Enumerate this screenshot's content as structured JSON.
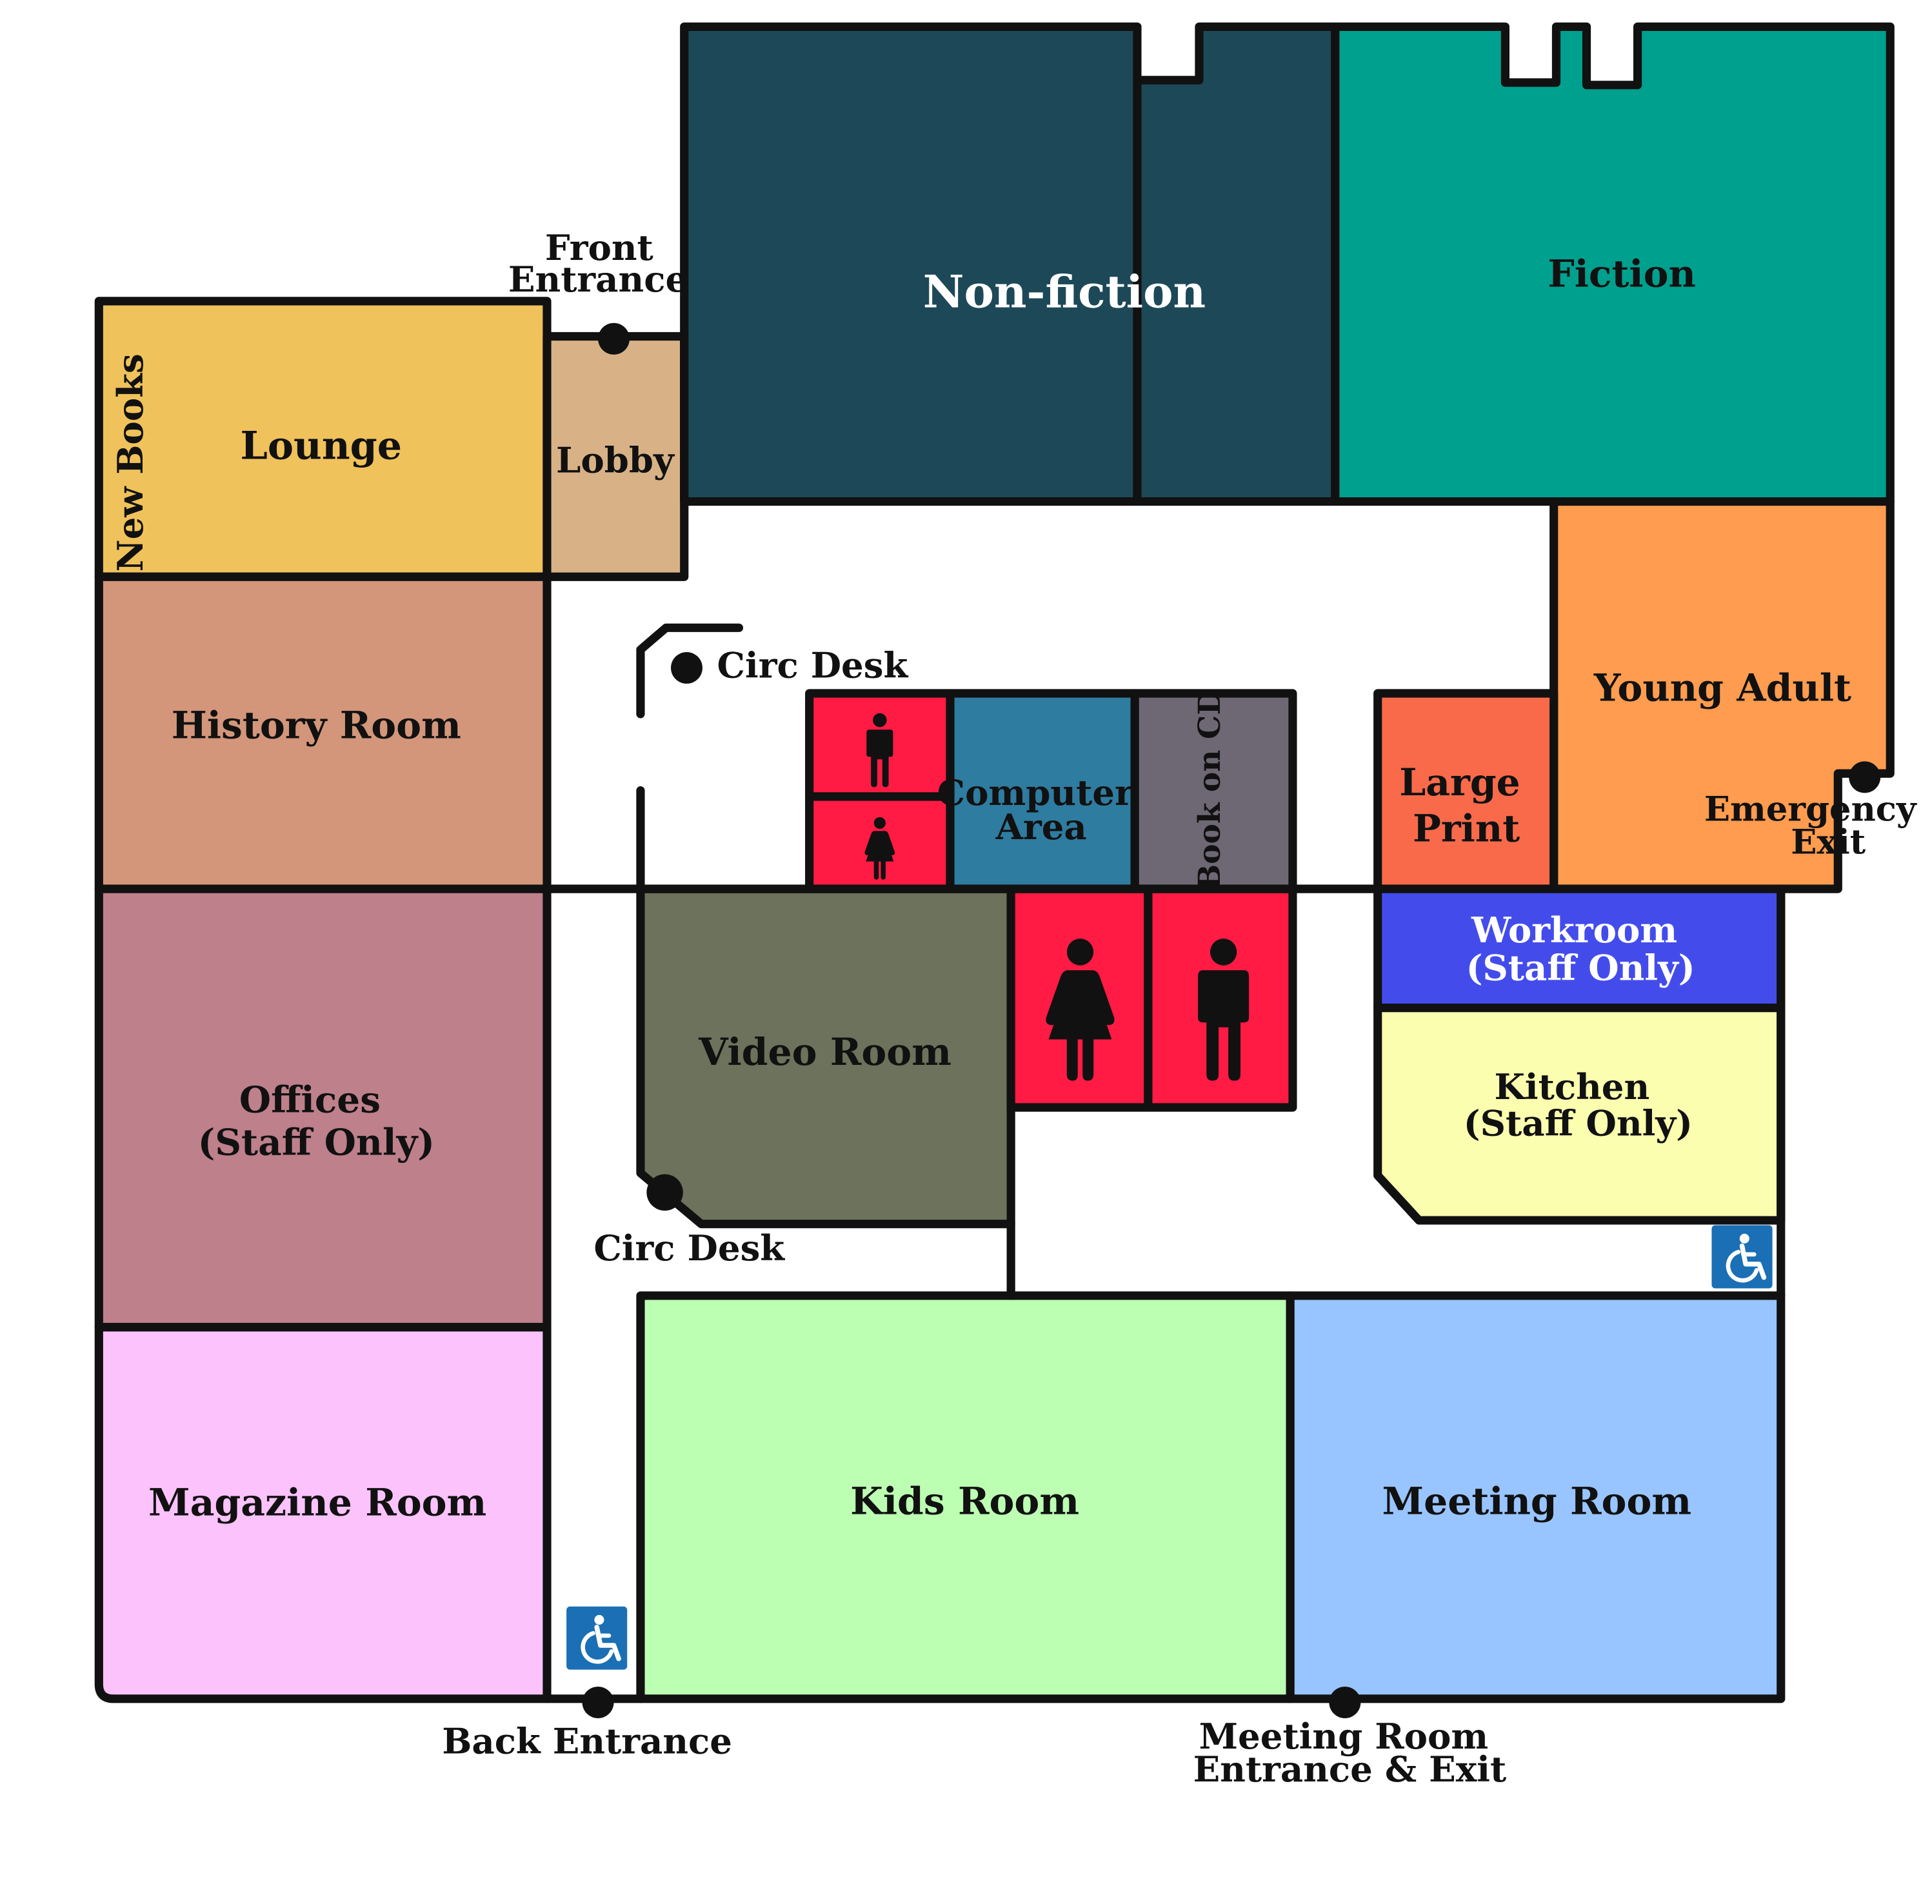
{
  "rooms": {
    "lounge": {
      "label": "Lounge",
      "color": "#F0C25B"
    },
    "new_books": {
      "label": "New Books"
    },
    "lobby": {
      "label": "Lobby",
      "color": "#D8B286"
    },
    "non_fiction": {
      "label": "Non-fiction",
      "color": "#1D4858"
    },
    "fiction": {
      "label": "Fiction",
      "color": "#00A08E"
    },
    "history_room": {
      "label": "History Room",
      "color": "#D3967A"
    },
    "young_adult": {
      "label": "Young Adult",
      "color": "#FF9C4F"
    },
    "large_print": {
      "label_lines": [
        "Large",
        "Print"
      ],
      "color": "#F86A4A"
    },
    "computer_area": {
      "label_lines": [
        "Computer",
        "Area"
      ],
      "color": "#2E7C9F"
    },
    "book_on_cd": {
      "label": "Book on CD",
      "color": "#6E6875"
    },
    "restroom": {
      "color": "#FF1B44"
    },
    "workroom": {
      "label_lines": [
        "Workroom",
        "(Staff Only)"
      ],
      "color": "#434CEB"
    },
    "kitchen": {
      "label_lines": [
        "Kitchen",
        "(Staff Only)"
      ],
      "color": "#FBFDAF"
    },
    "video_room": {
      "label": "Video Room",
      "color": "#6C725B"
    },
    "offices": {
      "label_lines": [
        "Offices",
        "(Staff Only)"
      ],
      "color": "#BE808B"
    },
    "magazine_room": {
      "label": "Magazine Room",
      "color": "#FBC2FC"
    },
    "kids_room": {
      "label": "Kids Room",
      "color": "#BCFFB3"
    },
    "meeting_room": {
      "label": "Meeting Room",
      "color": "#98C5FF"
    }
  },
  "points": {
    "front_entrance": {
      "label_lines": [
        "Front",
        "Entrance"
      ]
    },
    "circ_desk_top": {
      "label": "Circ Desk"
    },
    "circ_desk_bottom": {
      "label": "Circ Desk"
    },
    "emergency_exit": {
      "label_lines": [
        "Emergency",
        "Exit"
      ]
    },
    "back_entrance": {
      "label": "Back Entrance"
    },
    "meeting_room_entrance": {
      "label_lines": [
        "Meeting Room",
        "Entrance & Exit"
      ]
    }
  },
  "icons": {
    "restroom_man": "man-icon",
    "restroom_woman": "woman-icon",
    "accessibility": "wheelchair-icon",
    "accessibility_color": "#1A6FB5"
  }
}
